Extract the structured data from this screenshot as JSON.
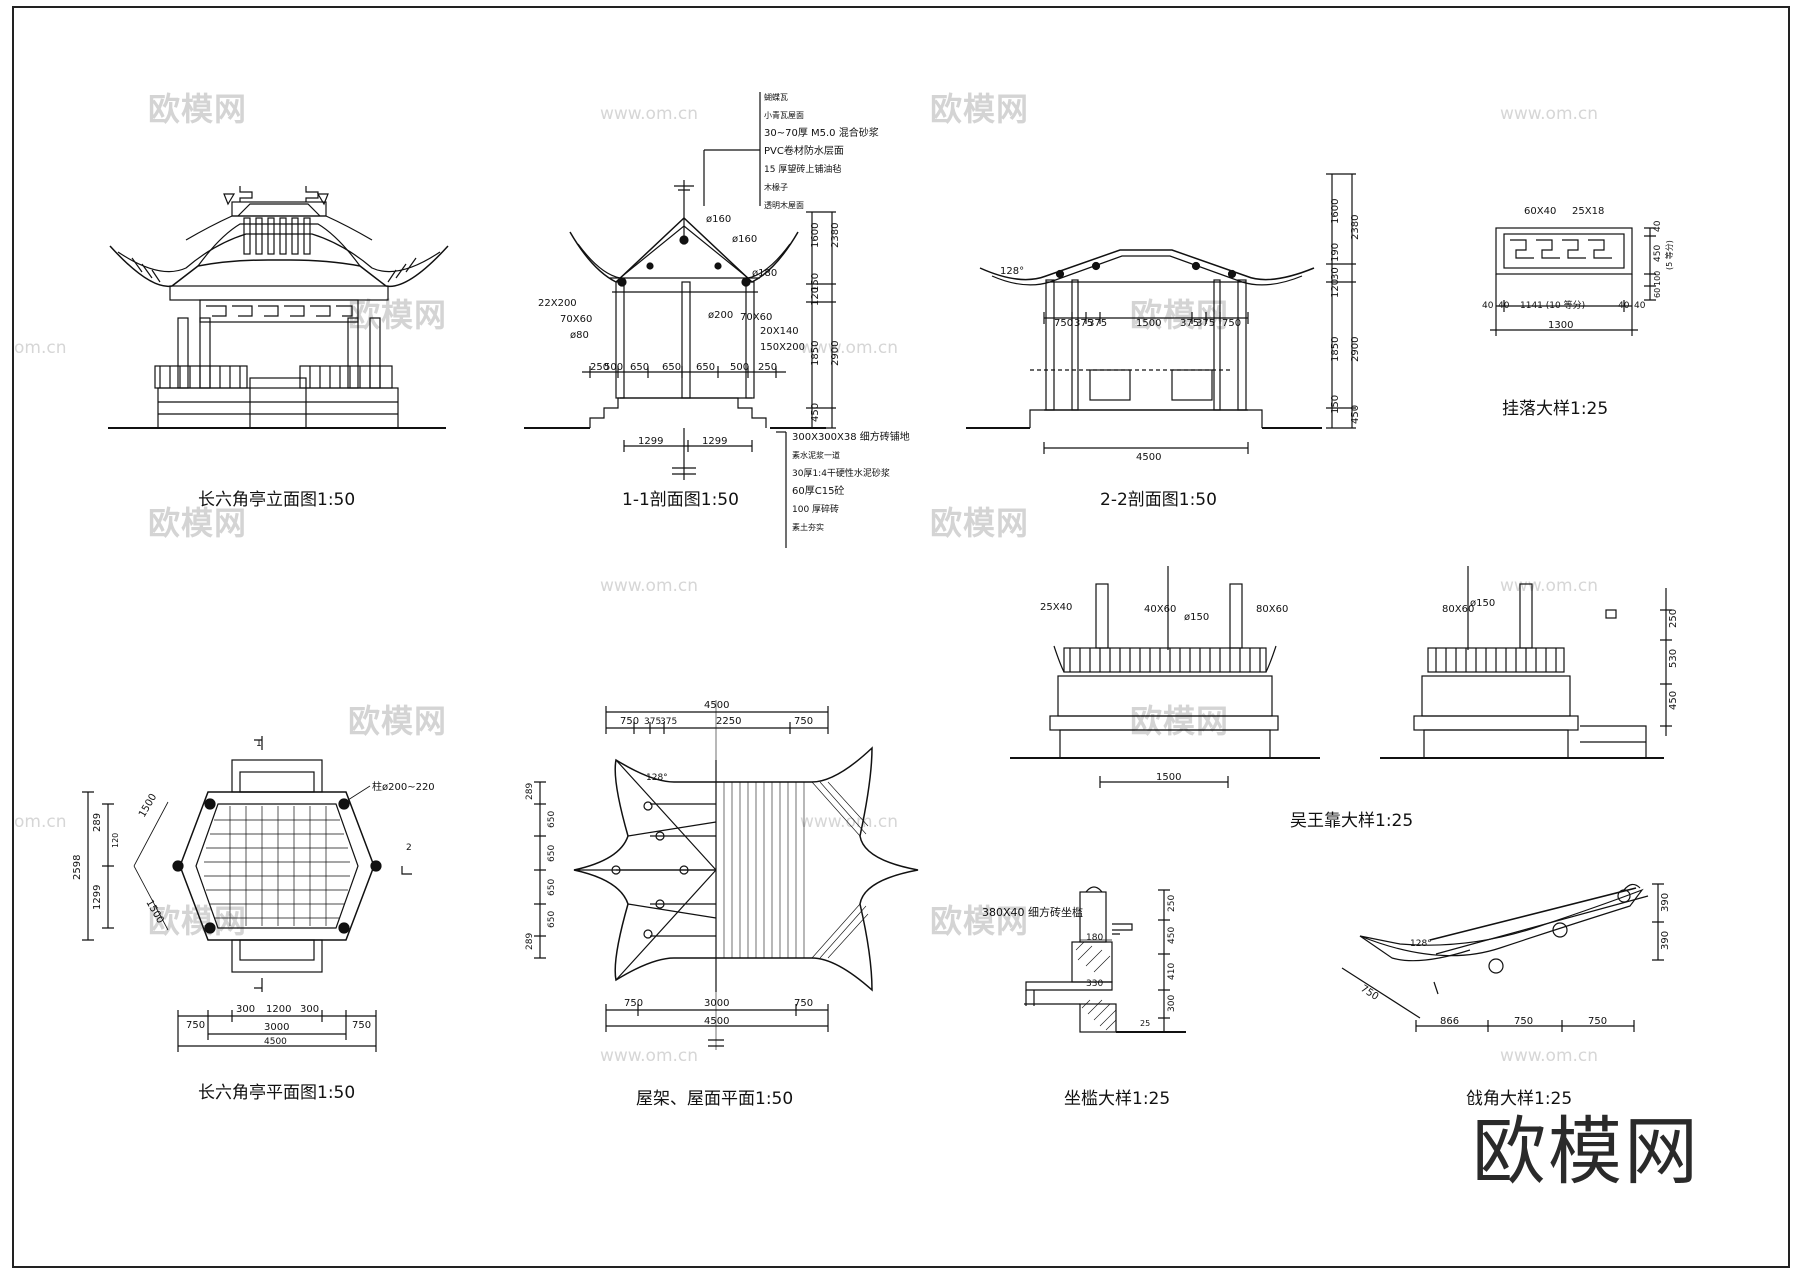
{
  "titles": {
    "elevation": "长六角亭立面图1:50",
    "section_11": "1-1剖面图1:50",
    "section_22": "2-2剖面图1:50",
    "hanging_detail": "挂落大样1:25",
    "plan": "长六角亭平面图1:50",
    "roof_plan": "屋架、屋面平面1:50",
    "wuwangkao": "吴王靠大样1:25",
    "seat_detail": "坐槛大样1:25",
    "corner_detail": "戗角大样1:25"
  },
  "watermark": {
    "logo": "欧模网",
    "url": "www.om.cn",
    "url_edge": "om.cn"
  },
  "big_logo": "欧模网",
  "roof_layers": [
    "蝴蝶瓦",
    "小青瓦屋面",
    "30~70厚 M5.0 混合砂浆",
    "PVC卷材防水层面",
    "15 厚望砖上铺油毡",
    "木椽子",
    "透明木屋面"
  ],
  "foundation_layers": [
    "300X300X38 细方砖铺地",
    "素水泥浆一道",
    "30厚1:4干硬性水泥砂浆",
    "60厚C15砼",
    "100 厚碎砖",
    "素土夯实"
  ],
  "section_11_labels": {
    "d160a": "ø160",
    "d160b": "ø160",
    "d180": "ø180",
    "d200": "ø200",
    "d80": "ø80",
    "s22x200": "22X200",
    "s70x60a": "70X60",
    "s70x60b": "70X60",
    "s20x140": "20X140",
    "s150x200": "150X200",
    "h1600": "1600",
    "h2380": "2380",
    "h150": "150",
    "h120": "120",
    "h1850": "1850",
    "h2900": "2900",
    "h450": "450",
    "dims_bottom": [
      "250",
      "500",
      "650",
      "650",
      "650",
      "500",
      "250"
    ],
    "half_a": "1299",
    "half_b": "1299"
  },
  "section_22_labels": {
    "angle": "128°",
    "dims": [
      "750",
      "375",
      "375",
      "1500",
      "375",
      "375",
      "750"
    ],
    "total": "4500",
    "h1600": "1600",
    "h2380": "2380",
    "h2900": "2900",
    "h1850": "1850",
    "h450": "450",
    "h150": "150",
    "h120": "120",
    "h190": "190",
    "h30": "30"
  },
  "hanging": {
    "s60x40": "60X40",
    "s25x18": "25X18",
    "d40a": "40",
    "d40b": "40",
    "d1141": "1141 (10 等分)",
    "d40c": "40",
    "d40d": "40",
    "d1300": "1300",
    "v40": "40",
    "v450": "450",
    "v5": "(5 等分)",
    "v100": "100",
    "v60": "60"
  },
  "plan_labels": {
    "column": "柱ø200~220",
    "sec1": "1",
    "sec2": "2",
    "e1500a": "1500",
    "e1500b": "1500",
    "v289": "289",
    "v2598": "2598",
    "v1299": "1299",
    "v120": "120",
    "dims_bottom": [
      "750",
      "300",
      "1200",
      "300",
      "750"
    ],
    "d3000": "3000",
    "d4500": "4500"
  },
  "roof_plan_labels": {
    "top_total": "4500",
    "top_dims": [
      "750",
      "375",
      "375",
      "2250",
      "750"
    ],
    "left_dims": [
      "289",
      "650",
      "650",
      "650",
      "650",
      "289"
    ],
    "angle": "128°",
    "bottom_dims": [
      "750",
      "3000",
      "750"
    ],
    "bottom_total": "4500"
  },
  "wuwangkao_labels": {
    "s25x40": "25X40",
    "s40x60": "40X60",
    "d150": "ø150",
    "s80x60": "80X60",
    "d1500": "1500",
    "s80x60b": "80X60",
    "d150b": "ø150",
    "v250": "250",
    "v530": "530",
    "v450": "450"
  },
  "seat_labels": {
    "s380x40": "380X40 细方砖坐槛",
    "d180": "180",
    "d330": "330",
    "v250": "250",
    "v450": "450",
    "v410": "410",
    "v300": "300",
    "v25": "25"
  },
  "corner_labels": {
    "angle": "128°",
    "d750": "750",
    "d866": "866",
    "d750b": "750",
    "d750c": "750",
    "v390a": "390",
    "v390b": "390"
  }
}
